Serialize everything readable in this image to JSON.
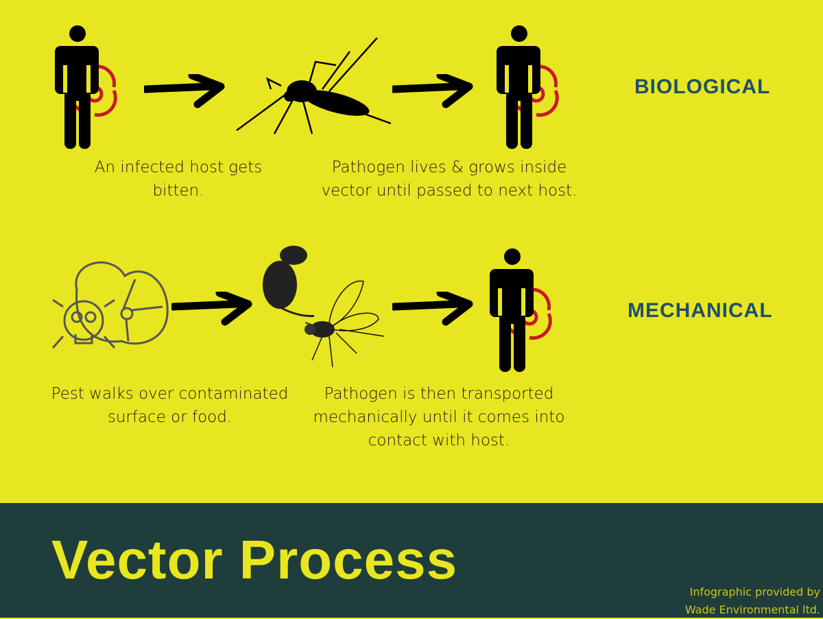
{
  "biological": {
    "label": "BIOLOGICAL",
    "caption_1": [
      "An infected host gets",
      "bitten."
    ],
    "caption_2": [
      "Pathogen lives & grows inside",
      "vector until passed to next host."
    ]
  },
  "mechanical": {
    "label": "MECHANICAL",
    "caption_1": [
      "Pest walks over contaminated",
      "surface or food."
    ],
    "caption_2": [
      "Pathogen is then transported",
      "mechanically until it comes into",
      "contact with host."
    ]
  },
  "footer": {
    "title": "Vector Process",
    "credit": [
      "Infographic provided by",
      "Wade Environmental ltd."
    ]
  },
  "colors": {
    "background": "#e8e620",
    "footer": "#1f3d3a",
    "label": "#1e4f6c",
    "biohazard": "#c8182a"
  }
}
